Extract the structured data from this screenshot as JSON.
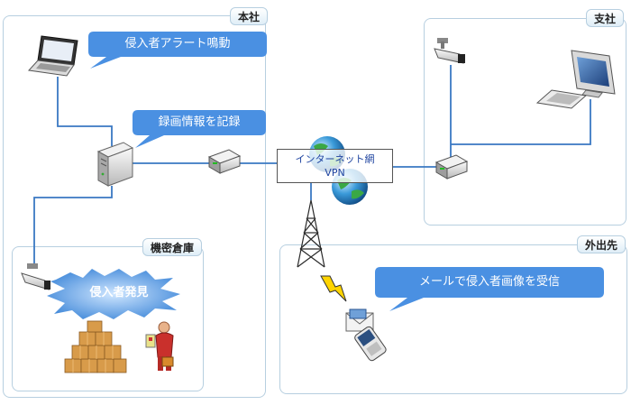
{
  "zones": {
    "head_office": "本社",
    "branch": "支社",
    "secure_storage": "機密倉庫",
    "outside": "外出先"
  },
  "callouts": {
    "intruder_alert": "侵入者アラート鳴動",
    "record_video": "録画情報を記録",
    "intruder_found": "侵入者発見",
    "mail_receive": "メールで侵入者画像を受信"
  },
  "network": {
    "name": "インターネット網",
    "type": "VPN"
  },
  "colors": {
    "zone_border": "#b7cfe0",
    "bubble_blue": "#4a90e2",
    "line_blue": "#3a78c3"
  }
}
